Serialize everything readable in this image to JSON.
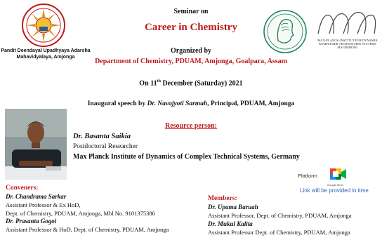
{
  "header": {
    "seminar_on": "Seminar on",
    "title": "Career in Chemistry",
    "organized_by": "Organized by",
    "organizer": "Department of Chemistry, PDUAM, Amjonga, Goalpara, Assam",
    "date_prefix": "On 11",
    "date_suffix": "th",
    "date_rest": " December (Saturday) 2021"
  },
  "logos": {
    "college_name": "Pandit Deendayal Upadhyaya Adarsha Mahavidyalaya, Amjonga",
    "mpi_text": "MAX-PLANCK-INSTITUT FÜR DYNAMIK KOMPLEXER TECHNISCHER SYSTEME MAGDEBURG"
  },
  "inaugural": {
    "prefix": "Inaugural speech by ",
    "speaker": "Dr. Navajyoti Sarmah",
    "suffix": ", Principal, PDUAM, Amjonga"
  },
  "resource": {
    "heading": "Resource person:",
    "name": "Dr. Basanta Saikia",
    "role": "Postdoctoral Researcher",
    "institute": "Max Planck Institute of Dynamics of Complex Technical Systems, Germany"
  },
  "platform": {
    "label": "Platform",
    "app": "Google Meet",
    "link_note": "Link will be provided in time"
  },
  "conveners": {
    "heading": "Conveners:",
    "people": [
      {
        "name": "Dr. Chandrama Sarkar",
        "line1": "Assistant Professor & Ex HoD,",
        "line2": "Dept. of Chemistry, PDUAM, Amjonga, Mbl No. 9101375386"
      },
      {
        "name": "Dr. Prasanta Gogoi",
        "line1": "Assistant Professor & HoD, Dept. of Chemistry, PDUAM, Amjonga"
      }
    ]
  },
  "members": {
    "heading": "Members:",
    "people": [
      {
        "name": "Dr. Upama Baruah",
        "line1": "Assistant Professor, Dept. of Chemistry, PDUAM, Amjonga"
      },
      {
        "name": "Dr. Mukul Kalita",
        "line1": "Assistant Professor Dept. of Chemistry, PDUAM, Amjonga"
      }
    ]
  },
  "colors": {
    "accent_red": "#c0181b",
    "link_blue": "#2f5fb3"
  }
}
